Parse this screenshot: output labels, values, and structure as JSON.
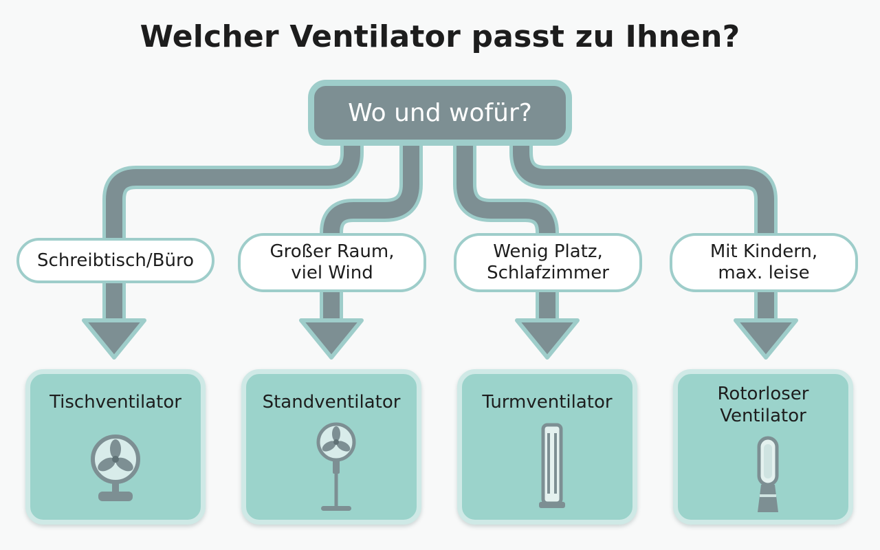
{
  "title": "Welcher Ventilator passt zu Ihnen?",
  "root": {
    "label": "Wo und wofür?"
  },
  "branches": [
    {
      "question": "Schreibtisch/Büro",
      "result": "Tischventilator",
      "icon": "desk-fan-icon"
    },
    {
      "question": "Großer Raum,\nviel Wind",
      "result": "Standventilator",
      "icon": "pedestal-fan-icon"
    },
    {
      "question": "Wenig Platz,\nSchlafzimmer",
      "result": "Turmventilator",
      "icon": "tower-fan-icon"
    },
    {
      "question": "Mit Kindern,\nmax. leise",
      "result": "Rotorloser\nVentilator",
      "icon": "bladeless-fan-icon"
    }
  ],
  "colors": {
    "connector": "#7d8f93",
    "connector_outline": "#9ecdca",
    "card_fill": "#9bd3cb",
    "icon": "#7d8f93"
  }
}
